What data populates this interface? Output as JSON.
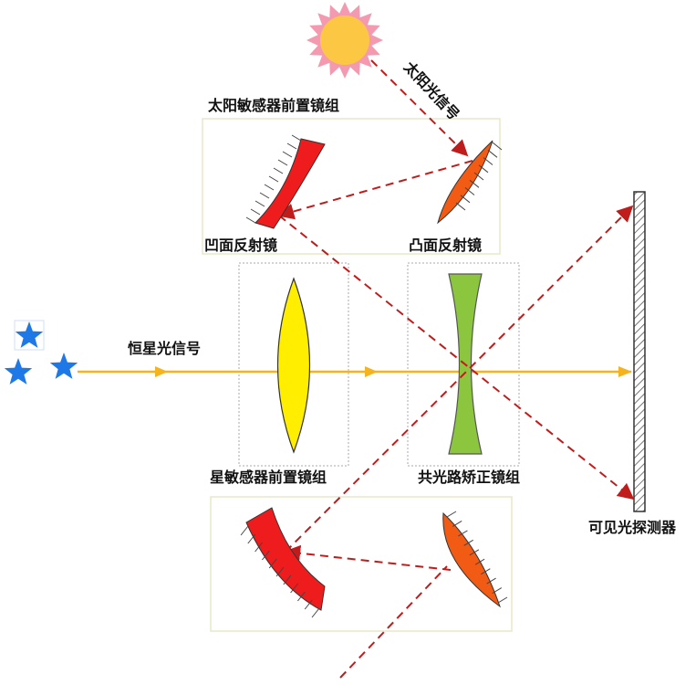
{
  "labels": {
    "sun_group": "太阳敏感器前置镜组",
    "sun_signal": "太阳光信号",
    "concave_mirror": "凹面反射镜",
    "convex_mirror": "凸面反射镜",
    "star_signal": "恒星光信号",
    "star_group": "星敏感器前置镜组",
    "correction_group": "共光路矫正镜组",
    "detector": "可见光探测器"
  },
  "colors": {
    "sun_fill": "#fcc844",
    "sun_rays": "#f49ab0",
    "star": "#1e78e6",
    "star_beam": "#f5b41e",
    "sun_beam": "#c01c1c",
    "concave_mirror": "#ee1c1c",
    "convex_mirror": "#f25b14",
    "convex_lens": "#ffee00",
    "concave_lens": "#8cc63f",
    "group_box": "#e8e8c8"
  }
}
